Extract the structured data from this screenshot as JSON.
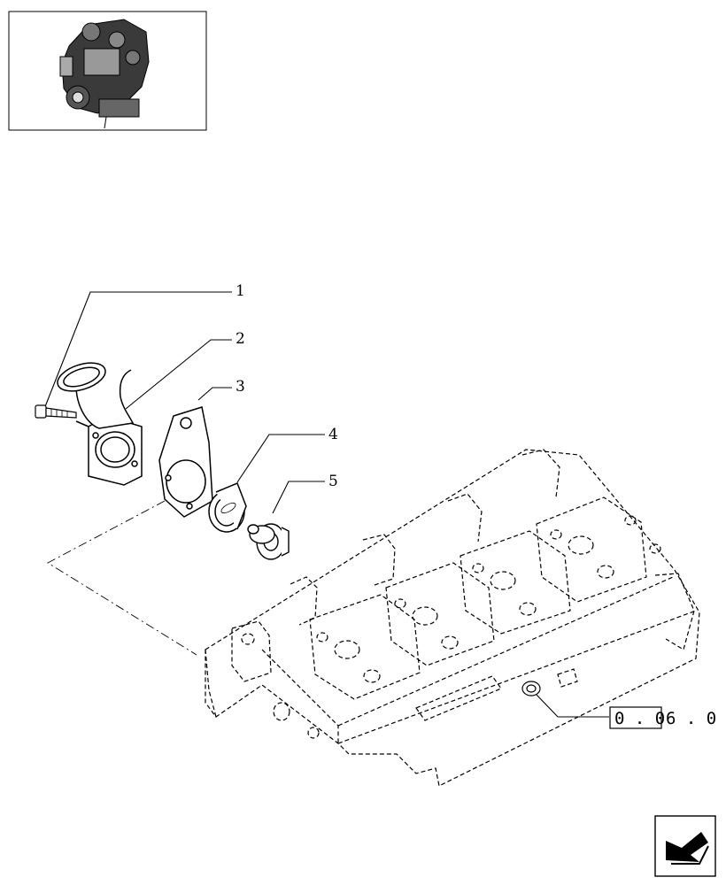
{
  "callouts": [
    {
      "number": "1"
    },
    {
      "number": "2"
    },
    {
      "number": "3"
    },
    {
      "number": "4"
    },
    {
      "number": "5"
    }
  ],
  "reference": {
    "boxed": "0 . 0",
    "rest": "6 . 0"
  },
  "thumbnail": {
    "icon": "engine-assembly-icon"
  },
  "navigation": {
    "icon": "next-page-arrow-icon"
  },
  "colors": {
    "line": "#000000",
    "background": "#ffffff"
  }
}
